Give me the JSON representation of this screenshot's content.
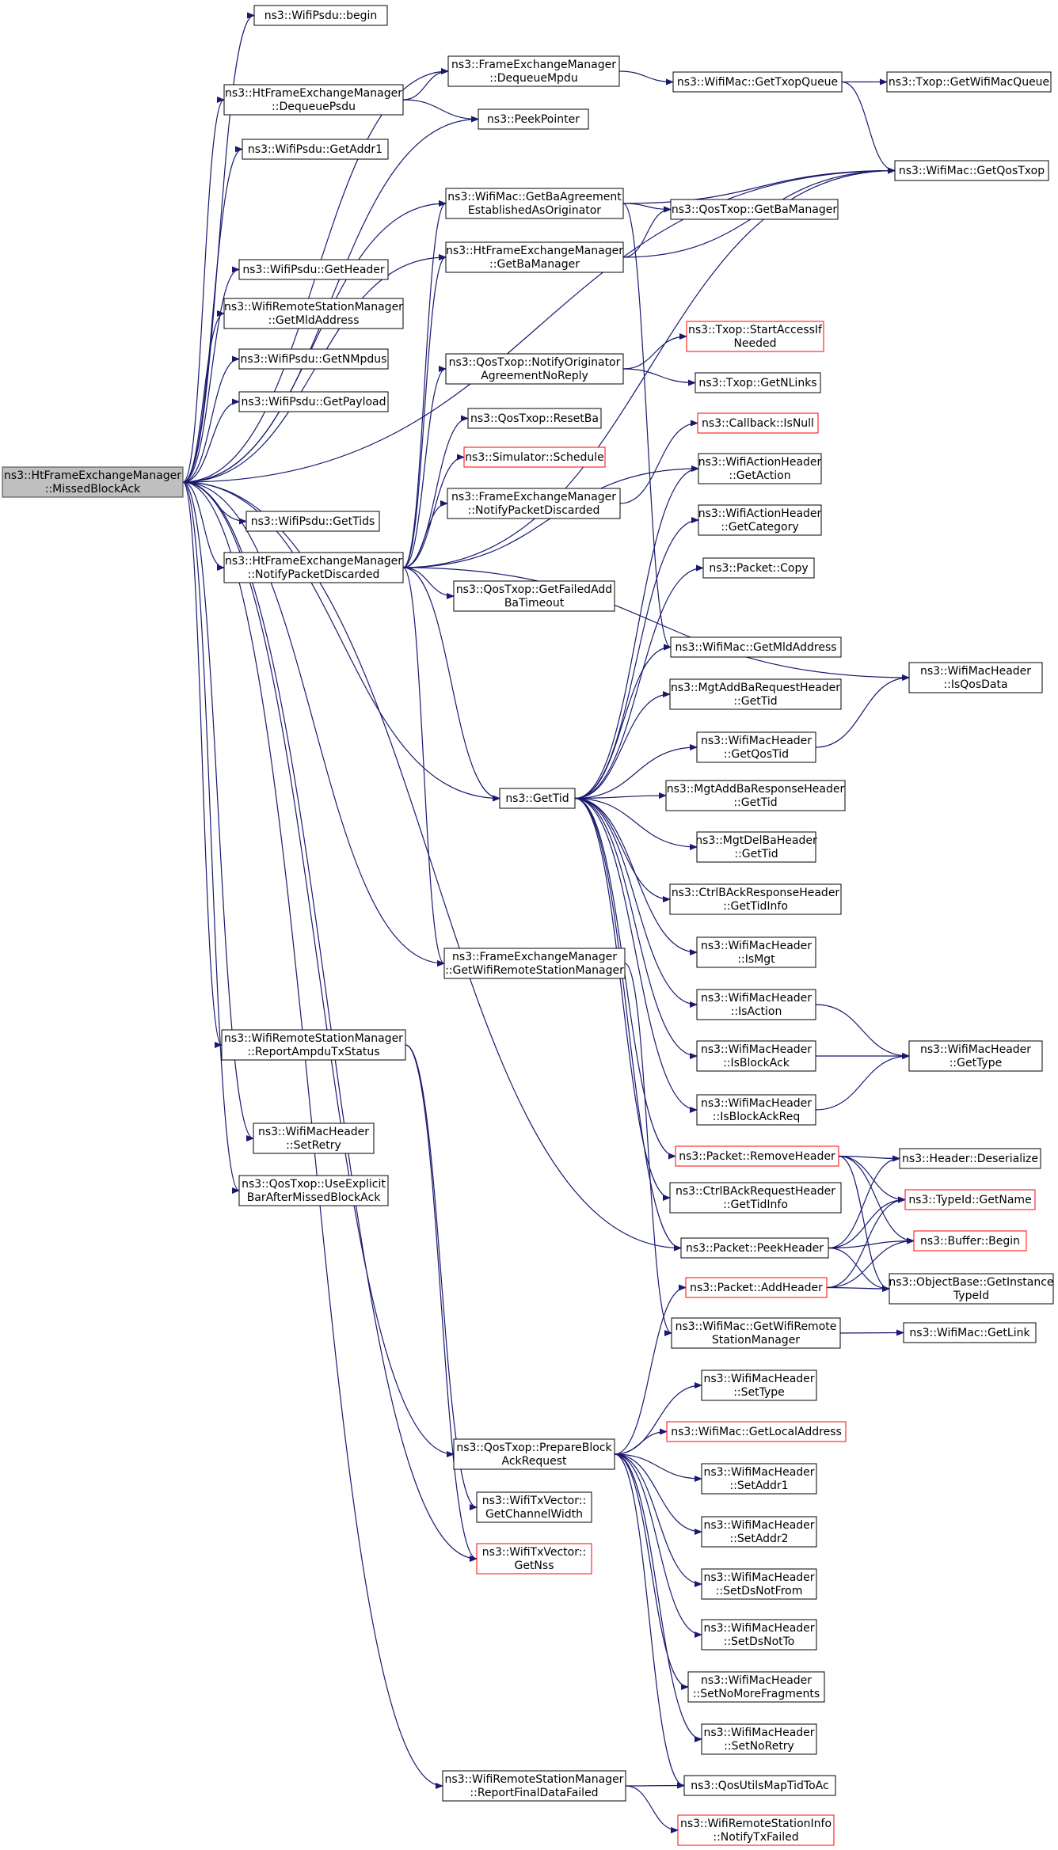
{
  "graph": {
    "colors": {
      "edge": "#191970",
      "root_fill": "#bfbfbf",
      "red_border": "#ff0000",
      "border": "#000000"
    },
    "nodes": [
      {
        "id": "root",
        "lines": [
          "ns3::HtFrameExchangeManager",
          "::MissedBlockAck"
        ],
        "style": "root"
      },
      {
        "id": "n1",
        "lines": [
          "ns3::WifiPsdu::begin"
        ]
      },
      {
        "id": "n2",
        "lines": [
          "ns3::FrameExchangeManager",
          "::DequeueMpdu"
        ]
      },
      {
        "id": "n3",
        "lines": [
          "ns3::HtFrameExchangeManager",
          "::DequeuePsdu"
        ]
      },
      {
        "id": "n4",
        "lines": [
          "ns3::PeekPointer"
        ]
      },
      {
        "id": "n5",
        "lines": [
          "ns3::WifiPsdu::GetAddr1"
        ]
      },
      {
        "id": "n6",
        "lines": [
          "ns3::WifiMac::GetTxopQueue"
        ]
      },
      {
        "id": "n7",
        "lines": [
          "ns3::Txop::GetWifiMacQueue"
        ]
      },
      {
        "id": "n8",
        "lines": [
          "ns3::WifiMac::GetQosTxop"
        ]
      },
      {
        "id": "n9",
        "lines": [
          "ns3::WifiMac::GetBaAgreement",
          "EstablishedAsOriginator"
        ]
      },
      {
        "id": "n10",
        "lines": [
          "ns3::QosTxop::GetBaManager"
        ]
      },
      {
        "id": "n11",
        "lines": [
          "ns3::HtFrameExchangeManager",
          "::GetBaManager"
        ]
      },
      {
        "id": "n12",
        "lines": [
          "ns3::WifiPsdu::GetHeader"
        ]
      },
      {
        "id": "n13",
        "lines": [
          "ns3::WifiRemoteStationManager",
          "::GetMldAddress"
        ]
      },
      {
        "id": "n14",
        "lines": [
          "ns3::Txop::StartAccessIf",
          "Needed"
        ],
        "style": "red"
      },
      {
        "id": "n15",
        "lines": [
          "ns3::QosTxop::NotifyOriginator",
          "AgreementNoReply"
        ]
      },
      {
        "id": "n16",
        "lines": [
          "ns3::WifiPsdu::GetNMpdus"
        ]
      },
      {
        "id": "n17",
        "lines": [
          "ns3::Txop::GetNLinks"
        ]
      },
      {
        "id": "n18",
        "lines": [
          "ns3::WifiPsdu::GetPayload"
        ]
      },
      {
        "id": "n19",
        "lines": [
          "ns3::QosTxop::ResetBa"
        ]
      },
      {
        "id": "n20",
        "lines": [
          "ns3::Callback::IsNull"
        ],
        "style": "red"
      },
      {
        "id": "n21",
        "lines": [
          "ns3::Simulator::Schedule"
        ],
        "style": "red"
      },
      {
        "id": "n22",
        "lines": [
          "ns3::WifiActionHeader",
          "::GetAction"
        ]
      },
      {
        "id": "n23",
        "lines": [
          "ns3::FrameExchangeManager",
          "::NotifyPacketDiscarded"
        ]
      },
      {
        "id": "n24",
        "lines": [
          "ns3::WifiPsdu::GetTids"
        ]
      },
      {
        "id": "n25",
        "lines": [
          "ns3::WifiActionHeader",
          "::GetCategory"
        ]
      },
      {
        "id": "n26",
        "lines": [
          "ns3::HtFrameExchangeManager",
          "::NotifyPacketDiscarded"
        ]
      },
      {
        "id": "n27",
        "lines": [
          "ns3::Packet::Copy"
        ]
      },
      {
        "id": "n28",
        "lines": [
          "ns3::QosTxop::GetFailedAdd",
          "BaTimeout"
        ]
      },
      {
        "id": "n29",
        "lines": [
          "ns3::WifiMac::GetMldAddress"
        ]
      },
      {
        "id": "n30",
        "lines": [
          "ns3::WifiMacHeader",
          "::IsQosData"
        ]
      },
      {
        "id": "n31",
        "lines": [
          "ns3::MgtAddBaRequestHeader",
          "::GetTid"
        ]
      },
      {
        "id": "n32",
        "lines": [
          "ns3::WifiMacHeader",
          "::GetQosTid"
        ]
      },
      {
        "id": "n33",
        "lines": [
          "ns3::GetTid"
        ]
      },
      {
        "id": "n34",
        "lines": [
          "ns3::MgtAddBaResponseHeader",
          "::GetTid"
        ]
      },
      {
        "id": "n35",
        "lines": [
          "ns3::MgtDelBaHeader",
          "::GetTid"
        ]
      },
      {
        "id": "n36",
        "lines": [
          "ns3::CtrlBAckResponseHeader",
          "::GetTidInfo"
        ]
      },
      {
        "id": "n37",
        "lines": [
          "ns3::WifiMacHeader",
          "::IsMgt"
        ]
      },
      {
        "id": "n38",
        "lines": [
          "ns3::FrameExchangeManager",
          "::GetWifiRemoteStationManager"
        ]
      },
      {
        "id": "n39",
        "lines": [
          "ns3::WifiMacHeader",
          "::IsAction"
        ]
      },
      {
        "id": "n40",
        "lines": [
          "ns3::WifiRemoteStationManager",
          "::ReportAmpduTxStatus"
        ]
      },
      {
        "id": "n41",
        "lines": [
          "ns3::WifiMacHeader",
          "::IsBlockAck"
        ]
      },
      {
        "id": "n42",
        "lines": [
          "ns3::WifiMacHeader",
          "::GetType"
        ]
      },
      {
        "id": "n43",
        "lines": [
          "ns3::WifiMacHeader",
          "::SetRetry"
        ]
      },
      {
        "id": "n44",
        "lines": [
          "ns3::WifiMacHeader",
          "::IsBlockAckReq"
        ]
      },
      {
        "id": "n45",
        "lines": [
          "ns3::QosTxop::UseExplicit",
          "BarAfterMissedBlockAck"
        ]
      },
      {
        "id": "n46",
        "lines": [
          "ns3::Packet::RemoveHeader"
        ],
        "style": "red"
      },
      {
        "id": "n47",
        "lines": [
          "ns3::Header::Deserialize"
        ]
      },
      {
        "id": "n48",
        "lines": [
          "ns3::CtrlBAckRequestHeader",
          "::GetTidInfo"
        ]
      },
      {
        "id": "n49",
        "lines": [
          "ns3::TypeId::GetName"
        ],
        "style": "red"
      },
      {
        "id": "n50",
        "lines": [
          "ns3::Packet::PeekHeader"
        ]
      },
      {
        "id": "n51",
        "lines": [
          "ns3::Buffer::Begin"
        ],
        "style": "red"
      },
      {
        "id": "n52",
        "lines": [
          "ns3::Packet::AddHeader"
        ],
        "style": "red"
      },
      {
        "id": "n53",
        "lines": [
          "ns3::ObjectBase::GetInstance",
          "TypeId"
        ]
      },
      {
        "id": "n54",
        "lines": [
          "ns3::WifiMac::GetWifiRemote",
          "StationManager"
        ]
      },
      {
        "id": "n55",
        "lines": [
          "ns3::WifiMac::GetLink"
        ]
      },
      {
        "id": "n56",
        "lines": [
          "ns3::WifiMacHeader",
          "::SetType"
        ]
      },
      {
        "id": "n57",
        "lines": [
          "ns3::QosTxop::PrepareBlock",
          "AckRequest"
        ]
      },
      {
        "id": "n58",
        "lines": [
          "ns3::WifiMac::GetLocalAddress"
        ],
        "style": "red"
      },
      {
        "id": "n59",
        "lines": [
          "ns3::WifiMacHeader",
          "::SetAddr1"
        ]
      },
      {
        "id": "n60",
        "lines": [
          "ns3::WifiTxVector::",
          "GetChannelWidth"
        ]
      },
      {
        "id": "n61",
        "lines": [
          "ns3::WifiMacHeader",
          "::SetAddr2"
        ]
      },
      {
        "id": "n62",
        "lines": [
          "ns3::WifiTxVector::",
          "GetNss"
        ],
        "style": "red"
      },
      {
        "id": "n63",
        "lines": [
          "ns3::WifiMacHeader",
          "::SetDsNotFrom"
        ]
      },
      {
        "id": "n64",
        "lines": [
          "ns3::WifiMacHeader",
          "::SetDsNotTo"
        ]
      },
      {
        "id": "n65",
        "lines": [
          "ns3::WifiMacHeader",
          "::SetNoMoreFragments"
        ]
      },
      {
        "id": "n66",
        "lines": [
          "ns3::WifiMacHeader",
          "::SetNoRetry"
        ]
      },
      {
        "id": "n67",
        "lines": [
          "ns3::WifiRemoteStationManager",
          "::ReportFinalDataFailed"
        ]
      },
      {
        "id": "n68",
        "lines": [
          "ns3::QosUtilsMapTidToAc"
        ]
      },
      {
        "id": "n69",
        "lines": [
          "ns3::WifiRemoteStationInfo",
          "::NotifyTxFailed"
        ],
        "style": "red"
      }
    ],
    "edges": [
      [
        "root",
        "n1"
      ],
      [
        "root",
        "n2"
      ],
      [
        "root",
        "n3"
      ],
      [
        "root",
        "n4"
      ],
      [
        "root",
        "n5"
      ],
      [
        "root",
        "n8"
      ],
      [
        "root",
        "n12"
      ],
      [
        "root",
        "n13"
      ],
      [
        "root",
        "n16"
      ],
      [
        "root",
        "n18"
      ],
      [
        "root",
        "n24"
      ],
      [
        "root",
        "n26"
      ],
      [
        "root",
        "n33"
      ],
      [
        "root",
        "n38"
      ],
      [
        "root",
        "n40"
      ],
      [
        "root",
        "n43"
      ],
      [
        "root",
        "n45"
      ],
      [
        "root",
        "n57"
      ],
      [
        "root",
        "n62"
      ],
      [
        "root",
        "n67"
      ],
      [
        "root",
        "n50"
      ],
      [
        "root",
        "n9"
      ],
      [
        "root",
        "n11"
      ],
      [
        "n2",
        "n6"
      ],
      [
        "n6",
        "n7"
      ],
      [
        "n6",
        "n8"
      ],
      [
        "n3",
        "n2"
      ],
      [
        "n3",
        "n4"
      ],
      [
        "n9",
        "n8"
      ],
      [
        "n9",
        "n10"
      ],
      [
        "n9",
        "n29"
      ],
      [
        "n11",
        "n10"
      ],
      [
        "n11",
        "n8"
      ],
      [
        "n15",
        "n14"
      ],
      [
        "n15",
        "n17"
      ],
      [
        "n23",
        "n20"
      ],
      [
        "n26",
        "n9"
      ],
      [
        "n26",
        "n11"
      ],
      [
        "n26",
        "n15"
      ],
      [
        "n26",
        "n19"
      ],
      [
        "n26",
        "n21"
      ],
      [
        "n26",
        "n23"
      ],
      [
        "n26",
        "n28"
      ],
      [
        "n26",
        "n22"
      ],
      [
        "n26",
        "n30"
      ],
      [
        "n26",
        "n33"
      ],
      [
        "n26",
        "n38"
      ],
      [
        "n26",
        "n8"
      ],
      [
        "n33",
        "n22"
      ],
      [
        "n33",
        "n25"
      ],
      [
        "n33",
        "n27"
      ],
      [
        "n33",
        "n29"
      ],
      [
        "n33",
        "n31"
      ],
      [
        "n33",
        "n32"
      ],
      [
        "n33",
        "n34"
      ],
      [
        "n33",
        "n35"
      ],
      [
        "n33",
        "n36"
      ],
      [
        "n33",
        "n37"
      ],
      [
        "n33",
        "n39"
      ],
      [
        "n33",
        "n41"
      ],
      [
        "n33",
        "n44"
      ],
      [
        "n33",
        "n46"
      ],
      [
        "n33",
        "n48"
      ],
      [
        "n33",
        "n50"
      ],
      [
        "n32",
        "n30"
      ],
      [
        "n39",
        "n42"
      ],
      [
        "n41",
        "n42"
      ],
      [
        "n44",
        "n42"
      ],
      [
        "n46",
        "n47"
      ],
      [
        "n46",
        "n49"
      ],
      [
        "n46",
        "n51"
      ],
      [
        "n46",
        "n53"
      ],
      [
        "n50",
        "n47"
      ],
      [
        "n50",
        "n49"
      ],
      [
        "n50",
        "n51"
      ],
      [
        "n50",
        "n53"
      ],
      [
        "n52",
        "n49"
      ],
      [
        "n52",
        "n51"
      ],
      [
        "n52",
        "n53"
      ],
      [
        "n38",
        "n54"
      ],
      [
        "n54",
        "n55"
      ],
      [
        "n40",
        "n60"
      ],
      [
        "n40",
        "n62"
      ],
      [
        "n57",
        "n52"
      ],
      [
        "n57",
        "n56"
      ],
      [
        "n57",
        "n58"
      ],
      [
        "n57",
        "n59"
      ],
      [
        "n57",
        "n61"
      ],
      [
        "n57",
        "n63"
      ],
      [
        "n57",
        "n64"
      ],
      [
        "n57",
        "n65"
      ],
      [
        "n57",
        "n66"
      ],
      [
        "n57",
        "n68"
      ],
      [
        "n67",
        "n68"
      ],
      [
        "n67",
        "n69"
      ]
    ]
  }
}
